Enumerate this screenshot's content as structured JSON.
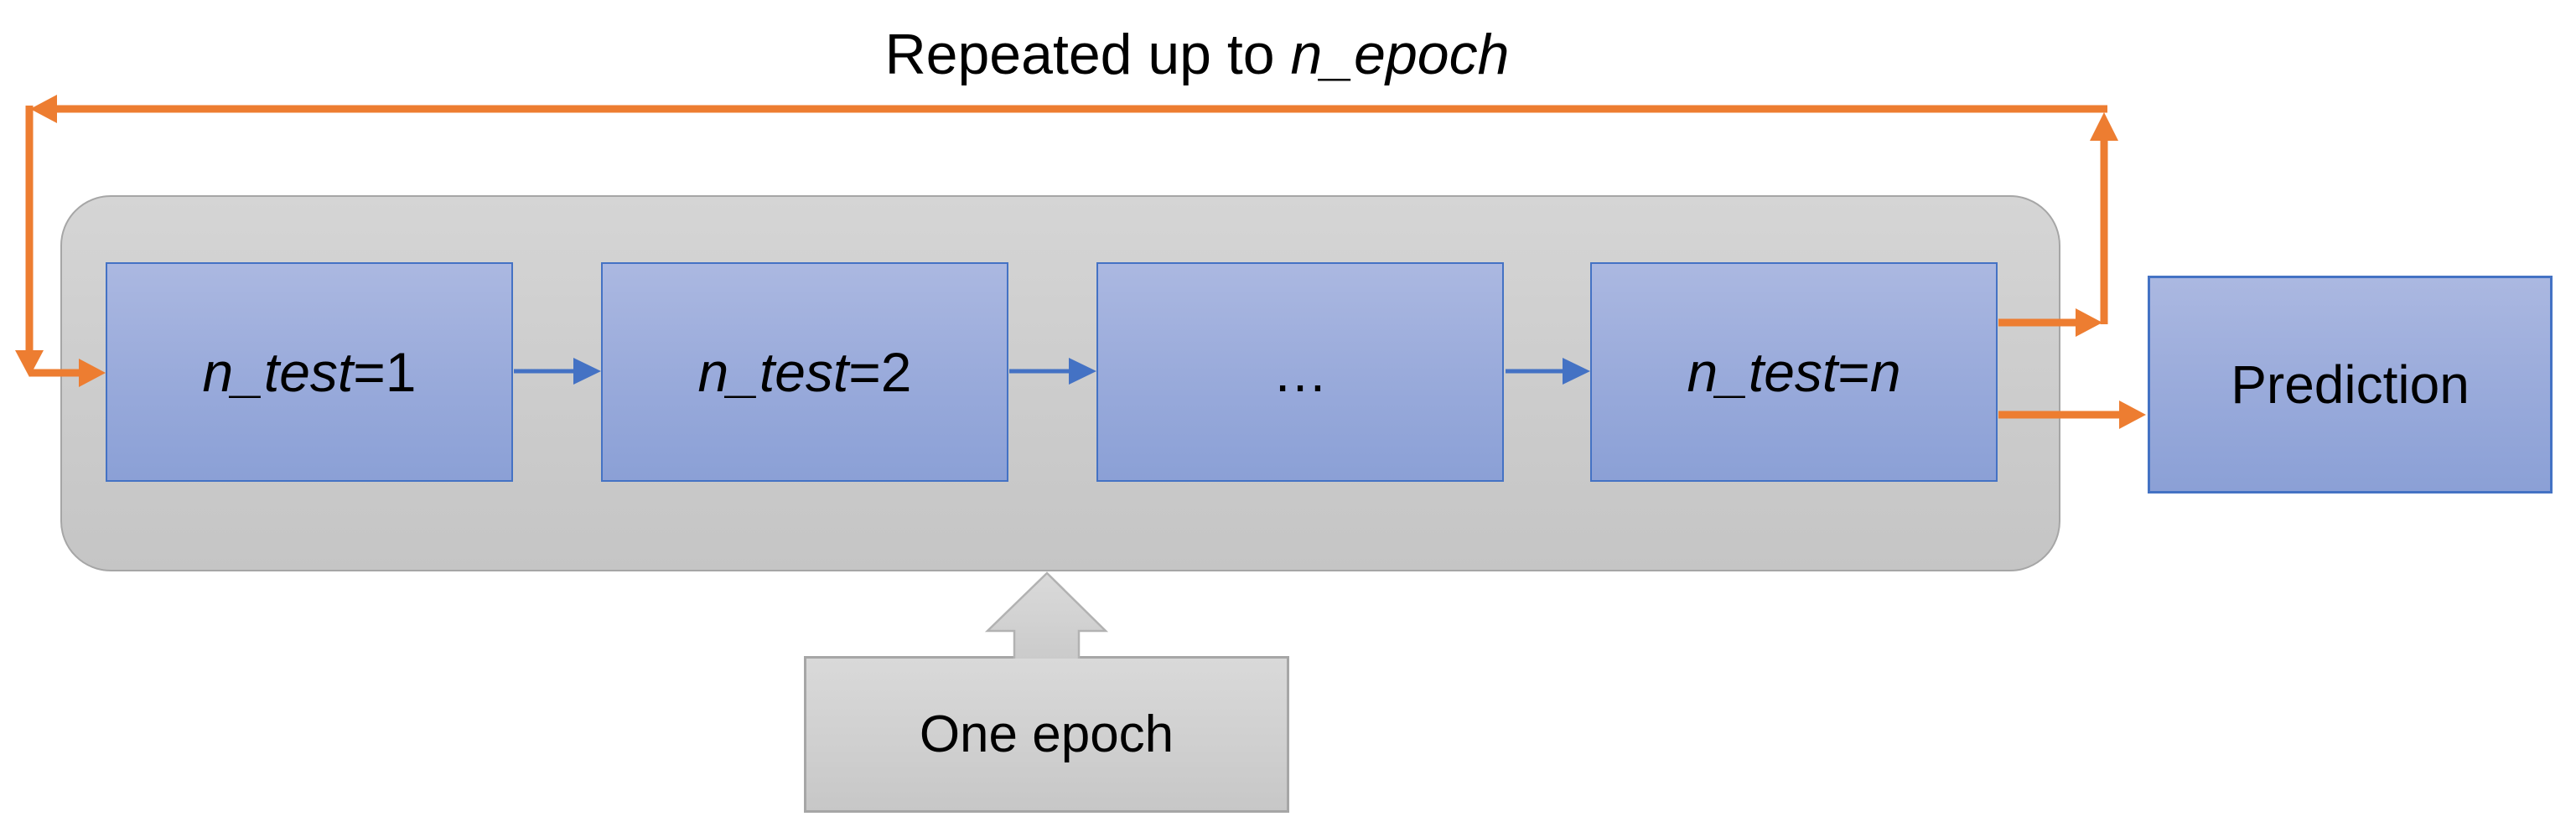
{
  "title": {
    "prefix": "Repeated up to ",
    "italic": "n_epoch"
  },
  "loop_boxes": [
    {
      "name": "n_test",
      "eq_value": "=1"
    },
    {
      "name": "n_test",
      "eq_value": "=2"
    },
    {
      "ellipsis": "…"
    },
    {
      "name": "n_test",
      "eq": "=",
      "value": "n"
    }
  ],
  "prediction_label": "Prediction",
  "one_epoch_label": "One epoch",
  "icons": {
    "orange_arrows": "loop-connector-arrows",
    "blue_arrows": "sequence-connector-arrows",
    "gray_arrow": "block-up-arrow"
  },
  "colors": {
    "orange_accent": "#ED7D31",
    "blue_border": "#4472C4",
    "blue_fill_top": "#ABB8E1",
    "blue_fill_bottom": "#8BA0D6",
    "gray_fill_top": "#D5D5D5",
    "gray_fill_bottom": "#C5C5C5",
    "gray_border": "#A6A6A6",
    "text": "#000000"
  }
}
